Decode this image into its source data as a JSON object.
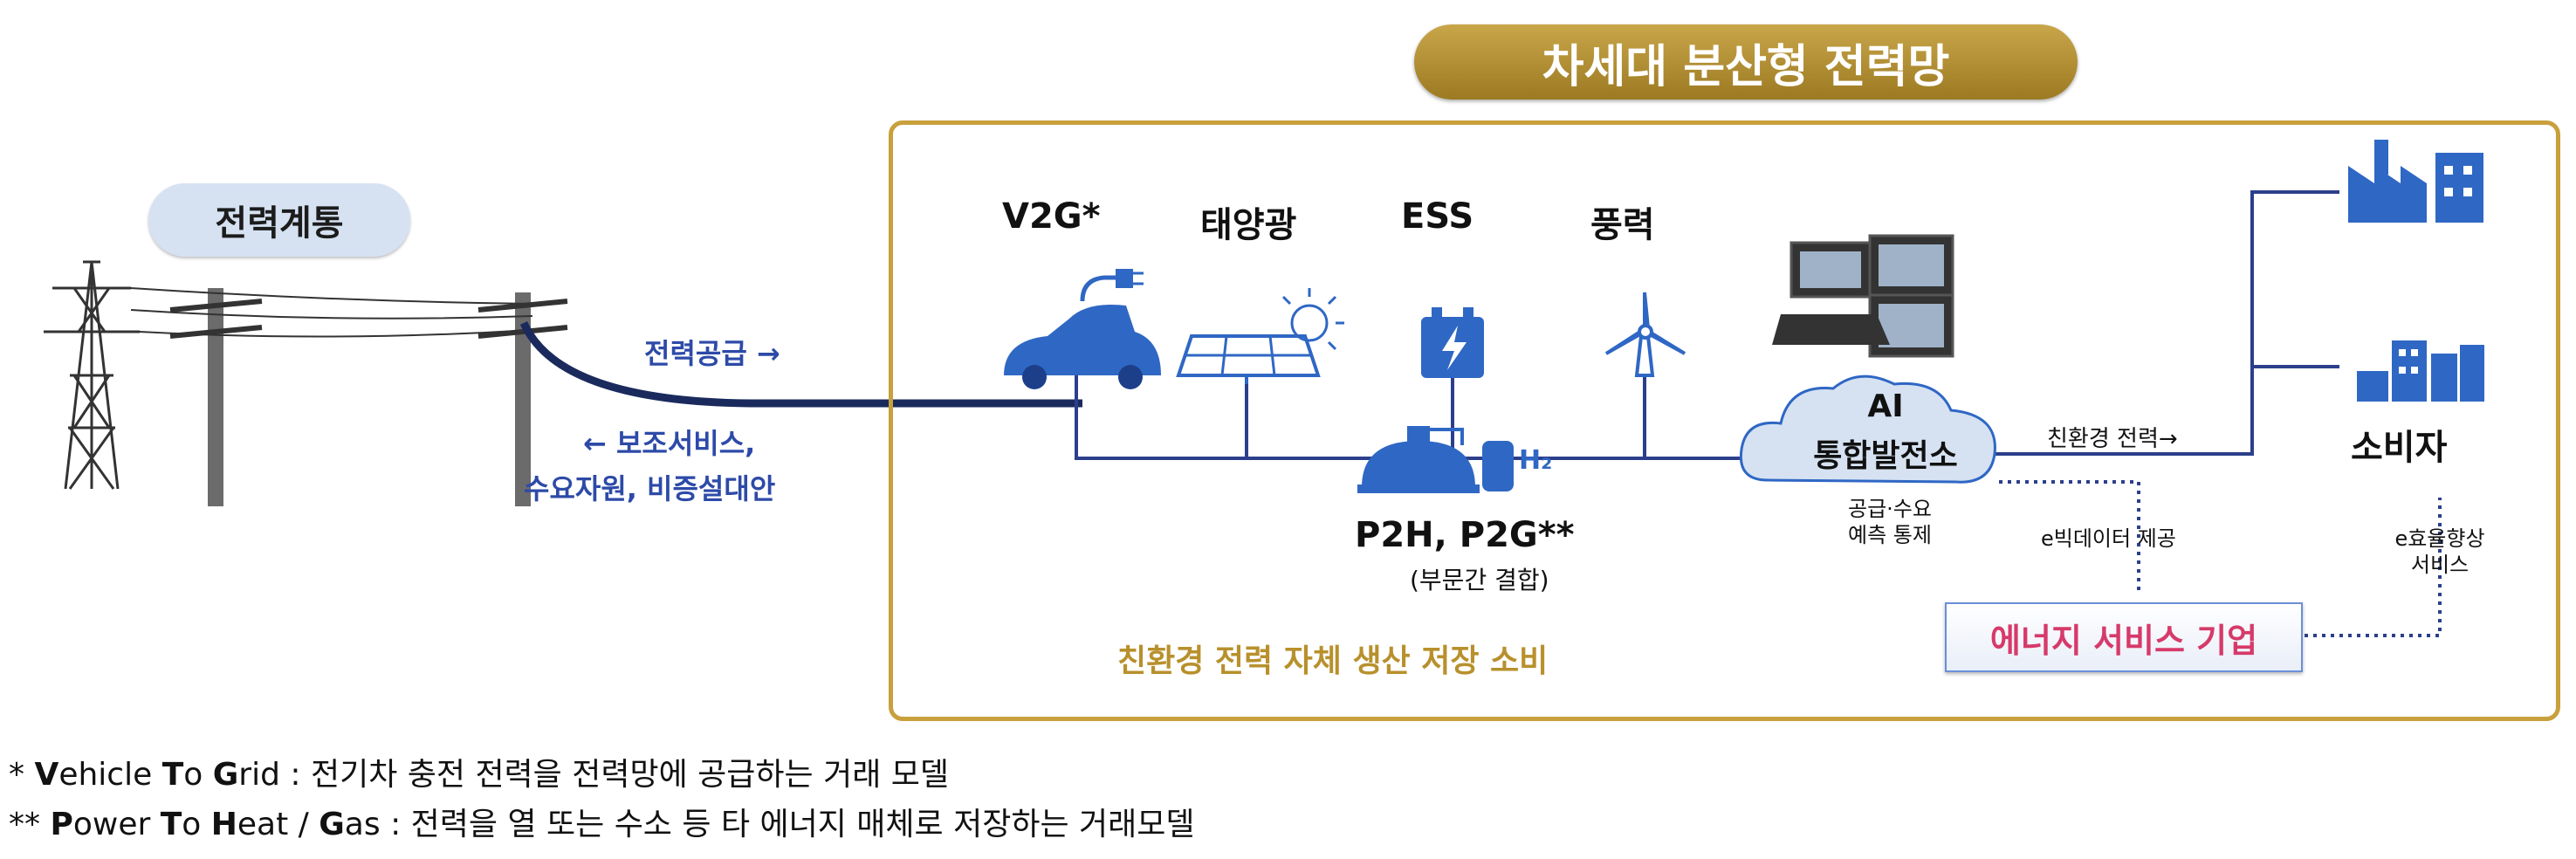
{
  "title": "차세대 분산형 전력망",
  "grid_label": "전력계통",
  "sources": {
    "v2g": "V2G*",
    "solar": "태양광",
    "ess": "ESS",
    "wind": "풍력"
  },
  "p2x": {
    "label": "P2H, P2G**",
    "sub": "(부문간 결합)",
    "h2": "H₂"
  },
  "flows": {
    "supply": "전력공급 →",
    "services_line1": "← 보조서비스,",
    "services_line2": "수요자원, 비증설대안",
    "green_power": "친환경 전력→"
  },
  "vpp": {
    "line1": "AI",
    "line2": "통합발전소",
    "caption_line1": "공급·수요",
    "caption_line2": "예측 통제"
  },
  "consumer": "소비자",
  "bigdata": "e빅데이터 제공",
  "efficiency_line1": "e효율향상",
  "efficiency_line2": "서비스",
  "energy_company": "에너지 서비스 기업",
  "bottom_caption": "친환경 전력 자체 생산 저장   소비",
  "footnote1": {
    "mark": "* ",
    "v": "V",
    "ehicle": "ehicle ",
    "t": "T",
    "o": "o ",
    "g": "G",
    "rid": "rid",
    "desc": " : 전기차 충전 전력을 전력망에 공급하는 거래 모델"
  },
  "footnote2": {
    "mark": "** ",
    "p": "P",
    "ower": "ower ",
    "t": "T",
    "o": "o ",
    "h": "H",
    "eat": "eat / ",
    "g": "G",
    "as": "as",
    "desc": " :  전력을 열 또는 수소 등 타 에너지 매체로 저장하는 거래모델"
  },
  "colors": {
    "gold": "#c8a03c",
    "line_blue": "#2c3f8c",
    "icon_blue": "#2f67c4",
    "pink": "#d63a6a"
  }
}
